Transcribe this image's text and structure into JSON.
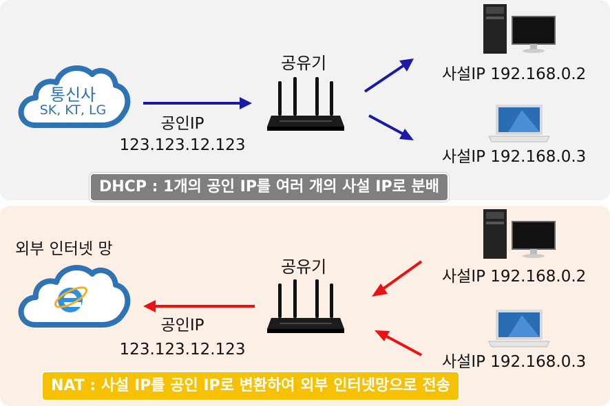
{
  "top": {
    "cloud": {
      "title": "통신사",
      "subtitle": "SK, KT, LG"
    },
    "router_label": "공유기",
    "public_ip_label": "공인IP",
    "public_ip": "123.123.12.123",
    "device1_label": "사설IP 192.168.0.2",
    "device2_label": "사설IP 192.168.0.3",
    "caption": "DHCP : 1개의 공인 IP를 여러 개의 사설 IP로 분배"
  },
  "bottom": {
    "internet_label": "외부 인터넷 망",
    "router_label": "공유기",
    "public_ip_label": "공인IP",
    "public_ip": "123.123.12.123",
    "device1_label": "사설IP 192.168.0.2",
    "device2_label": "사설IP 192.168.0.3",
    "caption": "NAT : 사설 IP를 공인 IP로 변환하여 외부 인터넷망으로 전송"
  },
  "colors": {
    "arrow_blue": "#1a1aa6",
    "arrow_red": "#ee1111",
    "cloud": "#2e74b5",
    "caption_gray": "#7f7f7f",
    "caption_yellow": "#f5c100"
  },
  "icons": [
    "cloud-icon",
    "router-icon",
    "desktop-pc-icon",
    "laptop-icon",
    "internet-explorer-icon"
  ]
}
